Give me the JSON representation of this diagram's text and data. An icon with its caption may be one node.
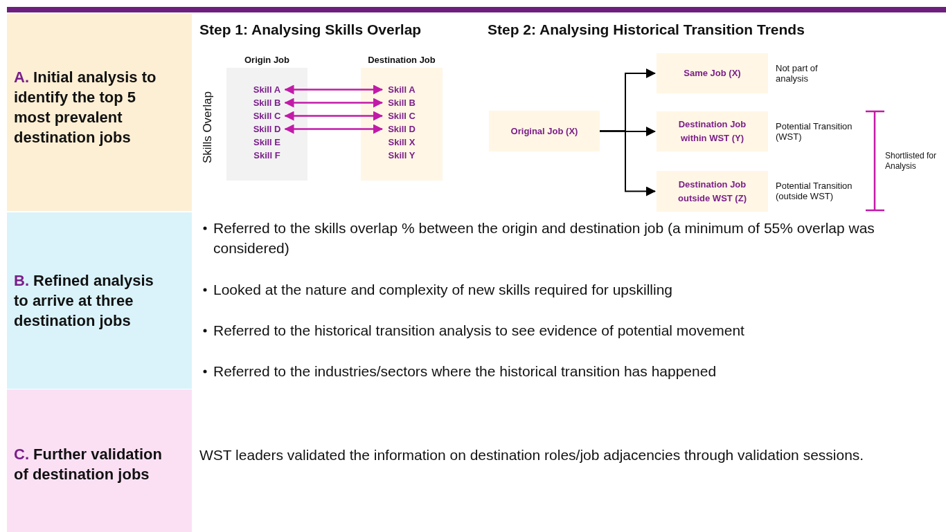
{
  "diagram": {
    "nodes": [
      {
        "text": [
          "A. Initial analysis to identify the top 5 most prevalent destination jobs"
        ]
      },
      {
        "text": [
          "Origin Job"
        ]
      },
      {
        "text": [
          "Skill A"
        ],
        "in": 1
      },
      {
        "text": [
          "Skill B"
        ],
        "in": 1
      },
      {
        "text": [
          "Skill C"
        ],
        "in": 1
      },
      {
        "text": [
          "Skill D"
        ],
        "in": 1
      },
      {
        "text": [
          "Skill E"
        ],
        "in": 1
      },
      {
        "text": [
          "Skill F"
        ],
        "in": 1
      },
      {
        "text": [
          "Destination Job"
        ]
      },
      {
        "text": [
          "Skill A"
        ],
        "in": 8
      },
      {
        "text": [
          "Skill B"
        ],
        "in": 8
      },
      {
        "text": [
          "Skill C"
        ],
        "in": 8
      },
      {
        "text": [
          "Skill D"
        ],
        "in": 8
      },
      {
        "text": [
          "Skill X"
        ],
        "in": 8
      },
      {
        "text": [
          "Skill Y"
        ],
        "in": 8
      },
      {
        "text": [
          "Original Job (X)"
        ]
      },
      {
        "text": [
          "Same Job (X)"
        ],
        "beside": [
          "Not part of analysis"
        ]
      },
      {
        "text": [
          "Destination Job within WST (Y)"
        ],
        "beside": [
          "Potential Transition (WST)"
        ]
      },
      {
        "text": [
          "Destination Job outside WST (Z)"
        ],
        "beside": [
          "Potential Transition (outside WST)"
        ]
      },
      {
        "text": [
          "B. Refined analysis to arrive at three destination jobs"
        ]
      },
      {
        "text": [
          "C. Further validation of destination jobs"
        ]
      }
    ],
    "edges": [
      {
        "from": 2,
        "to": 9,
        "arrow": "both"
      },
      {
        "from": 3,
        "to": 10,
        "arrow": "both"
      },
      {
        "from": 4,
        "to": 11,
        "arrow": "both"
      },
      {
        "from": 5,
        "to": 12,
        "arrow": "both"
      },
      {
        "from": 15,
        "to": 16,
        "arrow": "to",
        "color": "#000000"
      },
      {
        "from": 15,
        "to": 17,
        "arrow": "to",
        "color": "#000000"
      },
      {
        "from": 15,
        "to": 18,
        "arrow": "to",
        "color": "#000000"
      }
    ],
    "labels": [
      "Step 1: Analysing Skills Overlap",
      "Step 2: Analysing Historical Transition Trends",
      "Skills Overlap",
      "Shortlisted for Analysis",
      "Referred to the skills overlap % between the origin and destination job (a minimum of 55% overlap was considered)",
      "Looked at the nature and complexity of new skills required for upskilling",
      "Referred to the historical transition analysis to see evidence of potential movement",
      "Referred to the industries/sectors where the historical transition has happened",
      "WST leaders validated the information on destination roles/job adjacencies through validation sessions."
    ]
  }
}
